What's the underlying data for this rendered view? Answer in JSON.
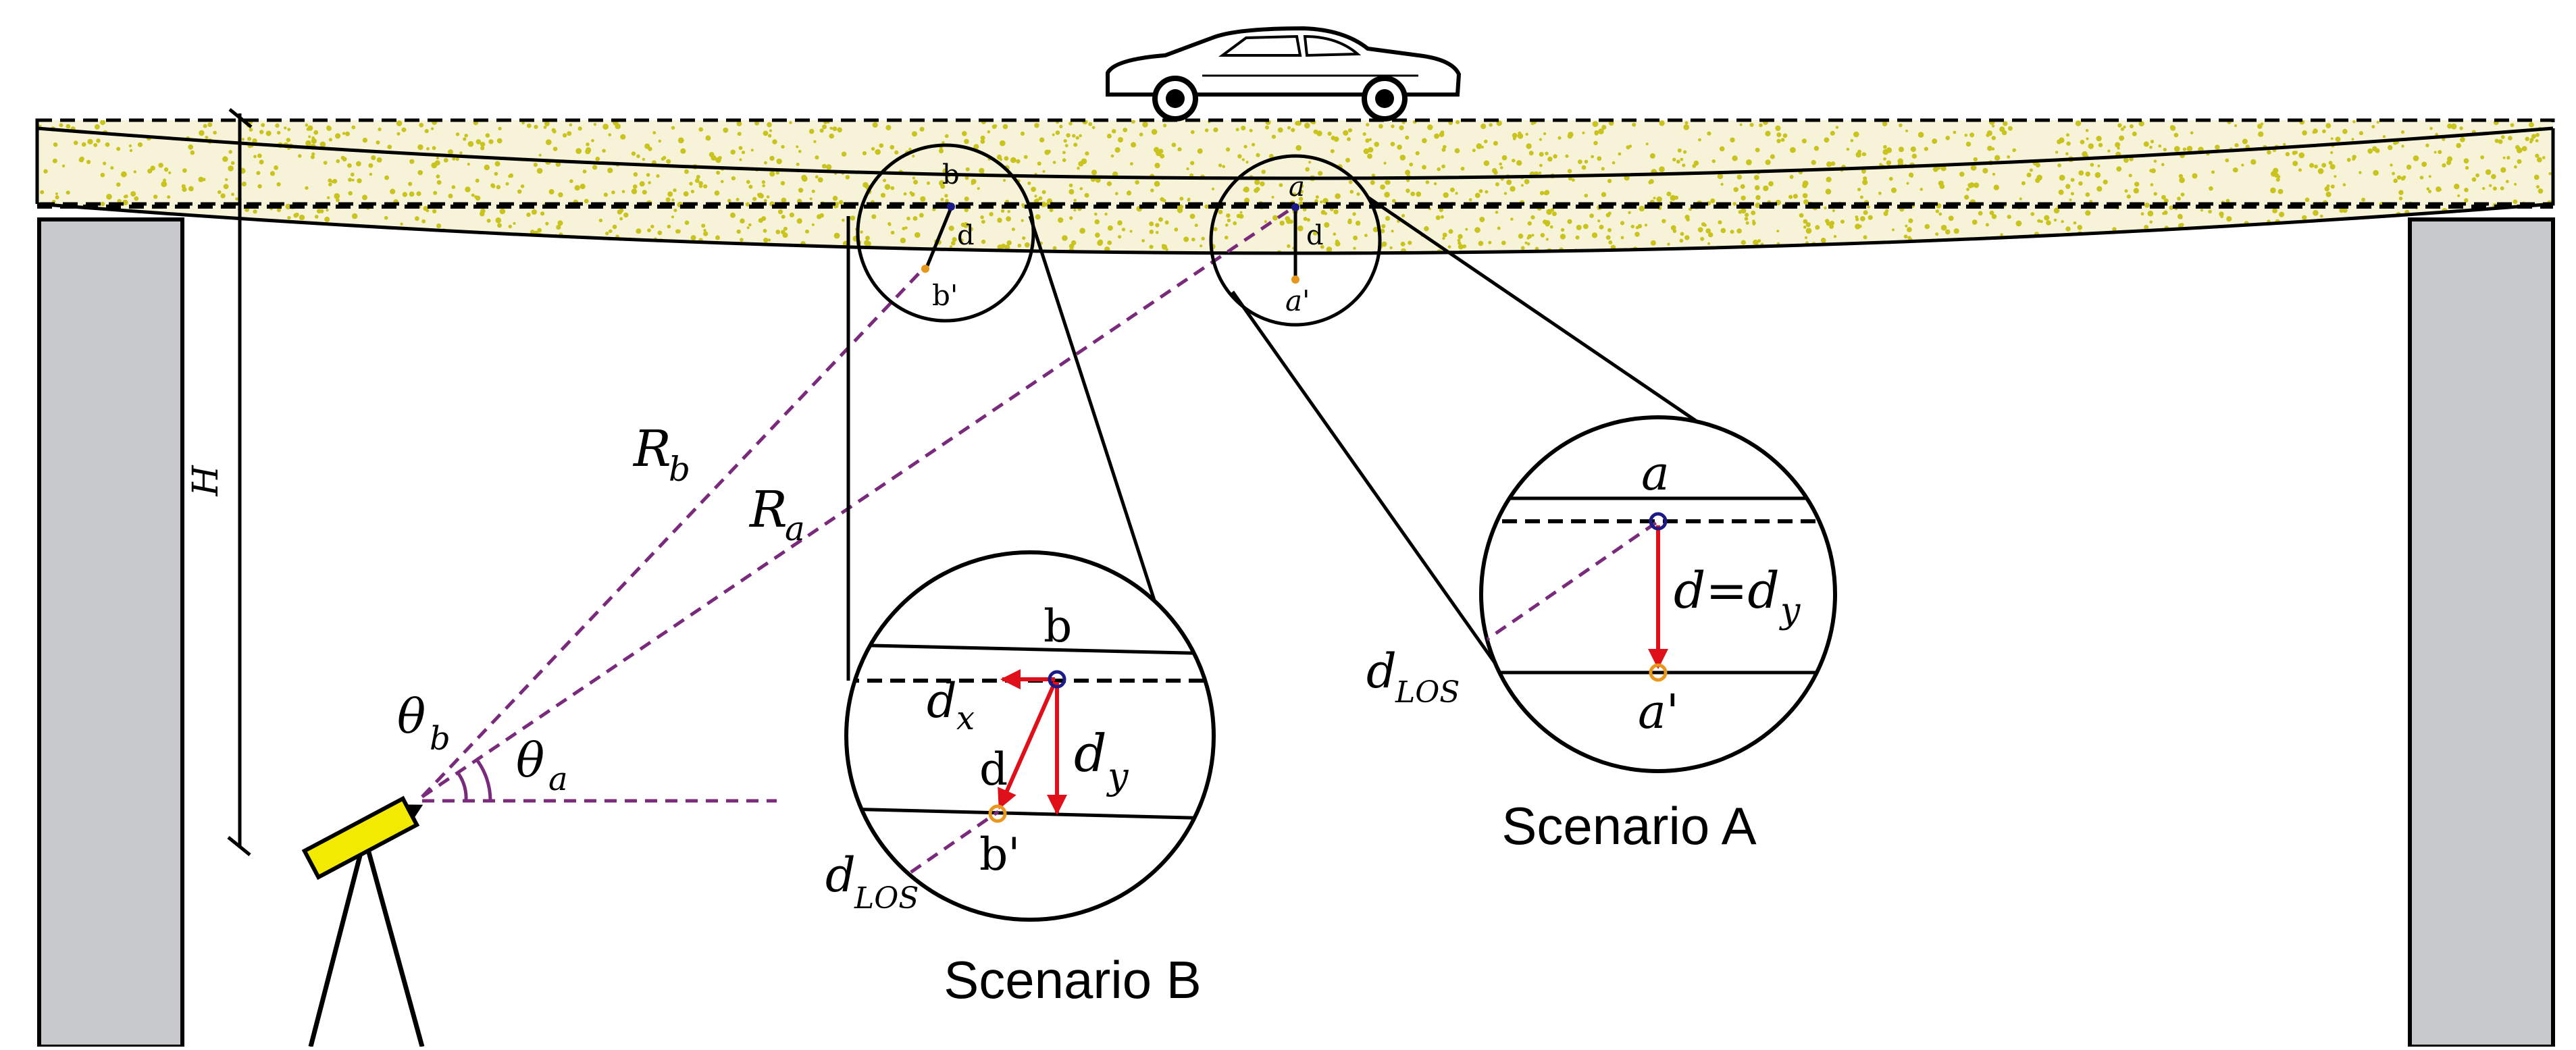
{
  "labels": {
    "H": "H",
    "R_b": "R",
    "R_b_sub": "b",
    "R_a": "R",
    "R_a_sub": "a",
    "theta_b": "θ",
    "theta_b_sub": "b",
    "theta_a": "θ",
    "theta_a_sub": "a",
    "point_b": "b",
    "point_b_prime": "b'",
    "point_a": "a",
    "point_a_prime": "a'",
    "d": "d",
    "zoom_b": {
      "b": "b",
      "b_prime": "b'",
      "d": "d",
      "dx": "d",
      "dx_sub": "x",
      "dy": "d",
      "dy_sub": "y",
      "dlos": "d",
      "dlos_sub": "LOS"
    },
    "zoom_a": {
      "a": "a",
      "a_prime": "a'",
      "d_eq": "d=d",
      "d_eq_sub": "y",
      "dlos": "d",
      "dlos_sub": "LOS"
    }
  },
  "captions": {
    "scenario_a": "Scenario A",
    "scenario_b": "Scenario B"
  },
  "colors": {
    "deck_fill": "#f7f3d8",
    "deck_speckle": "#c9c31e",
    "pier": "#c8c9cb",
    "sight_line": "#7a2a7a",
    "displacement": "#e0101a",
    "point_original": "#1c1a86",
    "point_displaced": "#e8961c",
    "camera": "#f2ea00"
  }
}
